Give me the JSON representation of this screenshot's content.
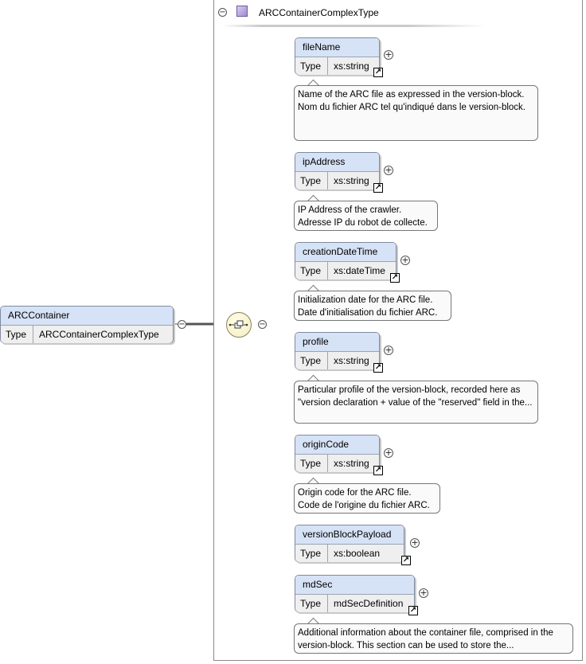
{
  "root": {
    "name": "ARCContainer",
    "type_label": "Type",
    "type_value": "ARCContainerComplexType"
  },
  "complex_type": {
    "name": "ARCContainerComplexType"
  },
  "icons": {
    "collapse": "minus-icon",
    "expand": "plus-icon",
    "link": "link-arrow-icon",
    "sequence": "sequence-compositor-icon",
    "complex_type": "complex-type-icon"
  },
  "colors": {
    "element_header": "#d6e2f5",
    "annotation_bg": "#fafafa",
    "border": "#7f8aa0"
  },
  "elements": [
    {
      "name": "fileName",
      "type_label": "Type",
      "type_value": "xs:string",
      "annotation": "Name of the ARC file as expressed in the version-block.\nNom du fichier ARC tel qu'indiqué dans le version-block."
    },
    {
      "name": "ipAddress",
      "type_label": "Type",
      "type_value": "xs:string",
      "annotation": "IP Address of the crawler.\nAdresse IP du robot de collecte."
    },
    {
      "name": "creationDateTime",
      "type_label": "Type",
      "type_value": "xs:dateTime",
      "annotation": "Initialization date for the ARC file.\nDate d'initialisation du fichier ARC."
    },
    {
      "name": "profile",
      "type_label": "Type",
      "type_value": "xs:string",
      "annotation": "Particular profile of the version-block, recorded here as \"version declaration + value of the \"reserved\" field in the..."
    },
    {
      "name": "originCode",
      "type_label": "Type",
      "type_value": "xs:string",
      "annotation": "Origin code for the ARC file.\nCode de l'origine du fichier ARC."
    },
    {
      "name": "versionBlockPayload",
      "type_label": "Type",
      "type_value": "xs:boolean",
      "annotation": ""
    },
    {
      "name": "mdSec",
      "type_label": "Type",
      "type_value": "mdSecDefinition",
      "annotation": "Additional information about the container file, comprised in the version-block. This section can be used to store the..."
    }
  ]
}
